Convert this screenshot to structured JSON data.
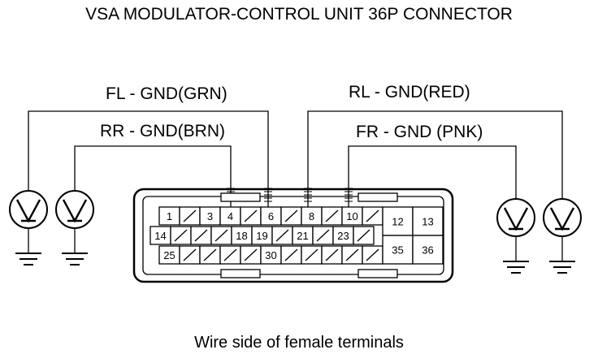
{
  "title": "VSA MODULATOR-CONTROL UNIT 36P CONNECTOR",
  "caption": "Wire side of female terminals",
  "probes": {
    "fl": "FL - GND(GRN)",
    "rr": "RR - GND(BRN)",
    "rl": "RL - GND(RED)",
    "fr": "FR - GND (PNK)"
  },
  "connector": {
    "row1": [
      "1",
      "",
      "3",
      "4",
      "",
      "6",
      "",
      "8",
      "",
      "10",
      ""
    ],
    "row2": [
      "14",
      "",
      "",
      "",
      "18",
      "19",
      "",
      "21",
      "",
      "23",
      ""
    ],
    "row3": [
      "25",
      "",
      "",
      "",
      "",
      "30",
      "",
      "",
      "",
      "",
      ""
    ],
    "right_block": [
      "12",
      "13",
      "35",
      "36"
    ]
  },
  "icons": {
    "voltmeter": "voltmeter-icon",
    "ground": "ground-icon",
    "empty_cavity": "diagonal-slash"
  }
}
